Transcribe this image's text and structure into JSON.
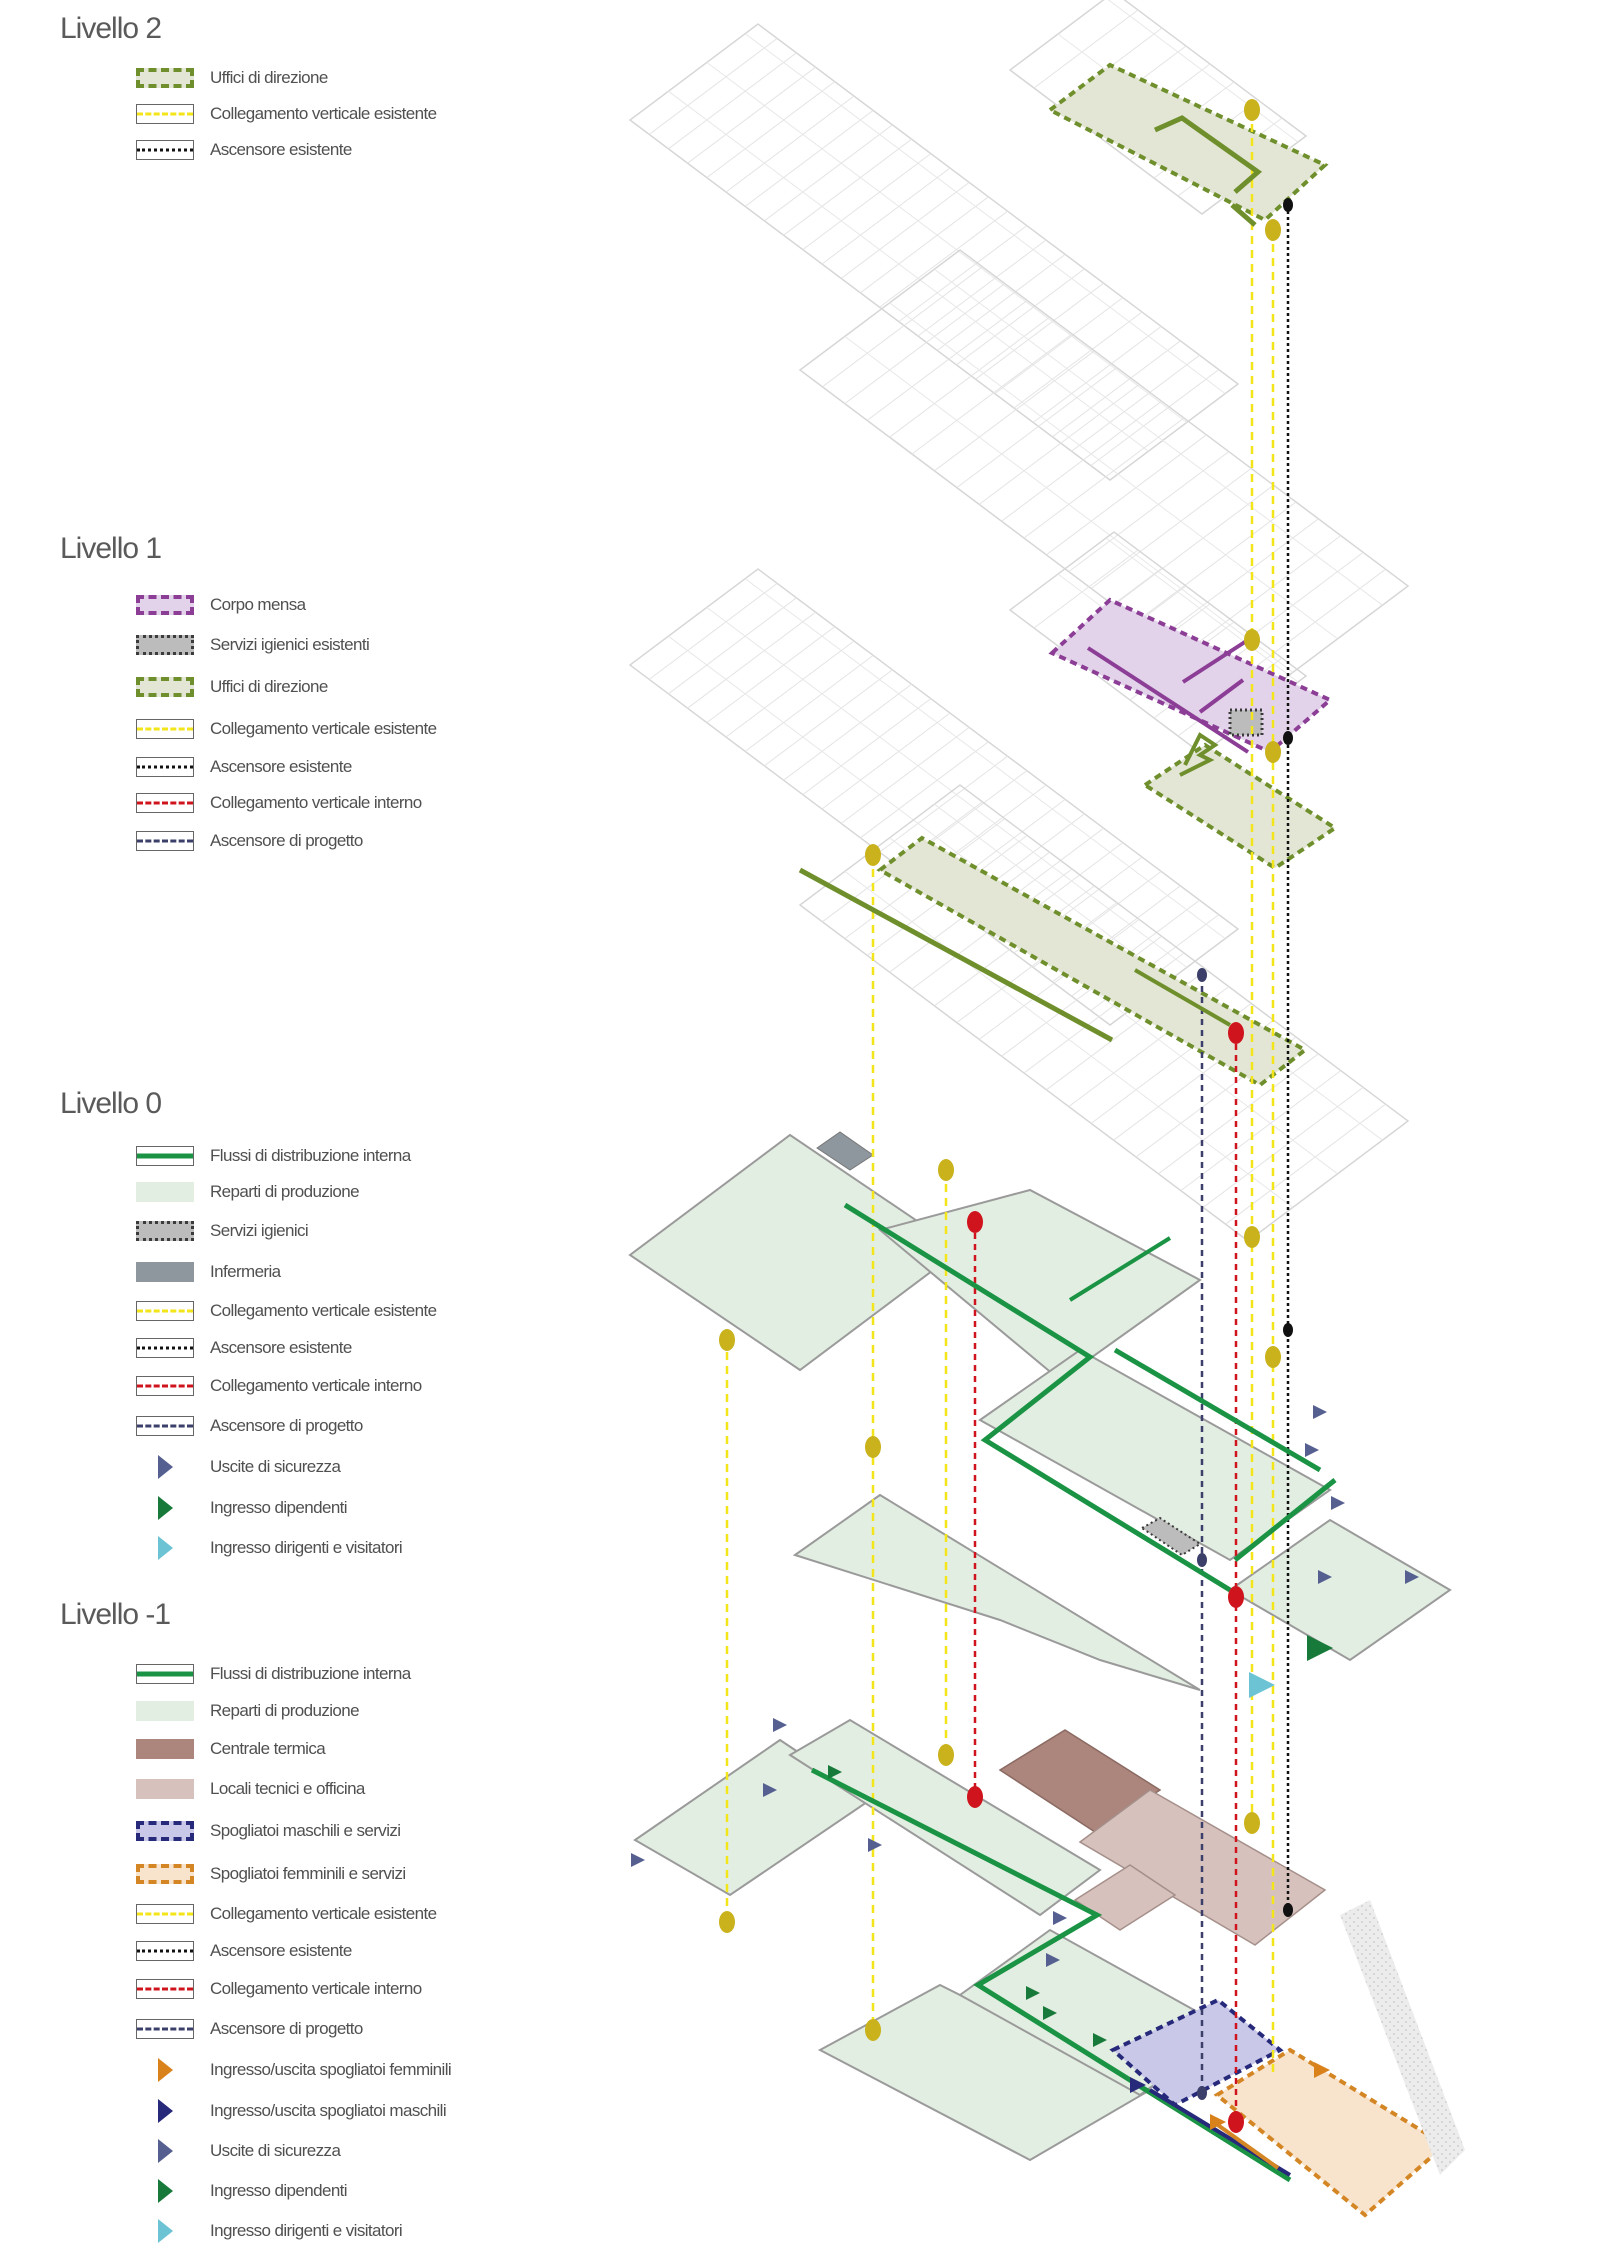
{
  "levels": [
    {
      "title": "Livello 2",
      "legend": [
        {
          "label": "Uffici di direzione",
          "swatch": "uffici"
        },
        {
          "label": "Collegamento verticale esistente",
          "swatch": "yellow"
        },
        {
          "label": "Ascensore esistente",
          "swatch": "black"
        }
      ]
    },
    {
      "title": "Livello 1",
      "legend": [
        {
          "label": "Corpo mensa",
          "swatch": "mensa"
        },
        {
          "label": "Servizi igienici esistenti",
          "swatch": "dotted-gray"
        },
        {
          "label": "Uffici di direzione",
          "swatch": "uffici"
        },
        {
          "label": "Collegamento verticale esistente",
          "swatch": "yellow"
        },
        {
          "label": "Ascensore esistente",
          "swatch": "black"
        },
        {
          "label": "Collegamento verticale interno",
          "swatch": "red"
        },
        {
          "label": "Ascensore di progetto",
          "swatch": "navy"
        }
      ]
    },
    {
      "title": "Livello 0",
      "legend": [
        {
          "label": "Flussi di distribuzione interna",
          "swatch": "green"
        },
        {
          "label": "Reparti di produzione",
          "swatch": "fill-green"
        },
        {
          "label": "Servizi igienici",
          "swatch": "dotted-gray"
        },
        {
          "label": "Infermeria",
          "swatch": "infermeria"
        },
        {
          "label": "Collegamento verticale esistente",
          "swatch": "yellow"
        },
        {
          "label": "Ascensore esistente",
          "swatch": "black"
        },
        {
          "label": "Collegamento verticale interno",
          "swatch": "red"
        },
        {
          "label": "Ascensore di progetto",
          "swatch": "navy"
        },
        {
          "label": "Uscite di sicurezza",
          "swatch": "tri",
          "color": "#556090"
        },
        {
          "label": "Ingresso dipendenti",
          "swatch": "tri",
          "color": "#177a3a"
        },
        {
          "label": "Ingresso dirigenti e visitatori",
          "swatch": "tri",
          "color": "#6cc3d3"
        }
      ]
    },
    {
      "title": "Livello -1",
      "legend": [
        {
          "label": "Flussi di distribuzione interna",
          "swatch": "green"
        },
        {
          "label": "Reparti di produzione",
          "swatch": "fill-green"
        },
        {
          "label": "Centrale termica",
          "swatch": "centrale"
        },
        {
          "label": "Locali tecnici e officina",
          "swatch": "locali"
        },
        {
          "label": "Spogliatoi maschili e servizi",
          "swatch": "spog-m"
        },
        {
          "label": "Spogliatoi femminili e servizi",
          "swatch": "spog-f"
        },
        {
          "label": "Collegamento verticale esistente",
          "swatch": "yellow"
        },
        {
          "label": "Ascensore esistente",
          "swatch": "black"
        },
        {
          "label": "Collegamento verticale interno",
          "swatch": "red"
        },
        {
          "label": "Ascensore di progetto",
          "swatch": "navy"
        },
        {
          "label": "Ingresso/uscita spogliatoi femminili",
          "swatch": "tri",
          "color": "#d9821c"
        },
        {
          "label": "Ingresso/uscita spogliatoi maschili",
          "swatch": "tri",
          "color": "#27297a"
        },
        {
          "label": "Uscite di sicurezza",
          "swatch": "tri",
          "color": "#556090"
        },
        {
          "label": "Ingresso dipendenti",
          "swatch": "tri",
          "color": "#177a3a"
        },
        {
          "label": "Ingresso dirigenti e visitatori",
          "swatch": "tri",
          "color": "#6cc3d3"
        }
      ]
    }
  ],
  "colors": {
    "flow_green": "#1a9444",
    "office_green": "#6f8f2c",
    "office_fill": "#e3e6d4",
    "production_fill": "#e3eee2",
    "mensa": "#8c3e96",
    "mensa_fill": "#e2d3ea",
    "vertical_existing": "#f3e51a",
    "node_yellow": "#c9b21b",
    "elevator_existing": "#111111",
    "vertical_internal": "#d0141e",
    "elevator_project": "#3b3f6a",
    "centrale": "#ac857c",
    "locali": "#d7c1bc",
    "spog_m": "#c9c8e8",
    "spog_m_border": "#272a7a",
    "spog_f": "#f8e3cc",
    "spog_f_border": "#d48624",
    "infermeria": "#8e979e",
    "plan_line": "#d6d6d6"
  }
}
